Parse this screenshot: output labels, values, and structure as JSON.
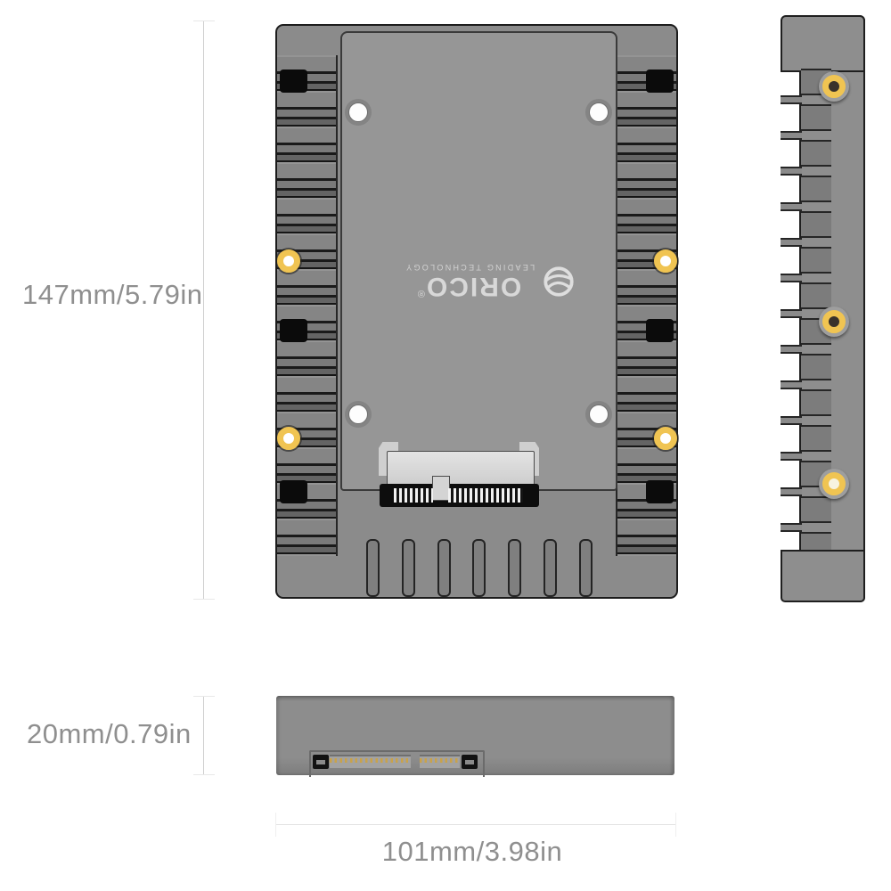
{
  "product": {
    "brand": "ORICO",
    "registered_mark": "®",
    "tagline": "LEADING TECHNOLOGY"
  },
  "dimensions": {
    "height_label": "147mm/5.79in",
    "thickness_label": "20mm/0.79in",
    "width_label": "101mm/3.98in"
  },
  "colors": {
    "body_gray": "#8b8b8b",
    "accent_gold": "#f0c452",
    "logo_white": "#d8d8d8",
    "dimension_text": "#8f8f8f"
  }
}
